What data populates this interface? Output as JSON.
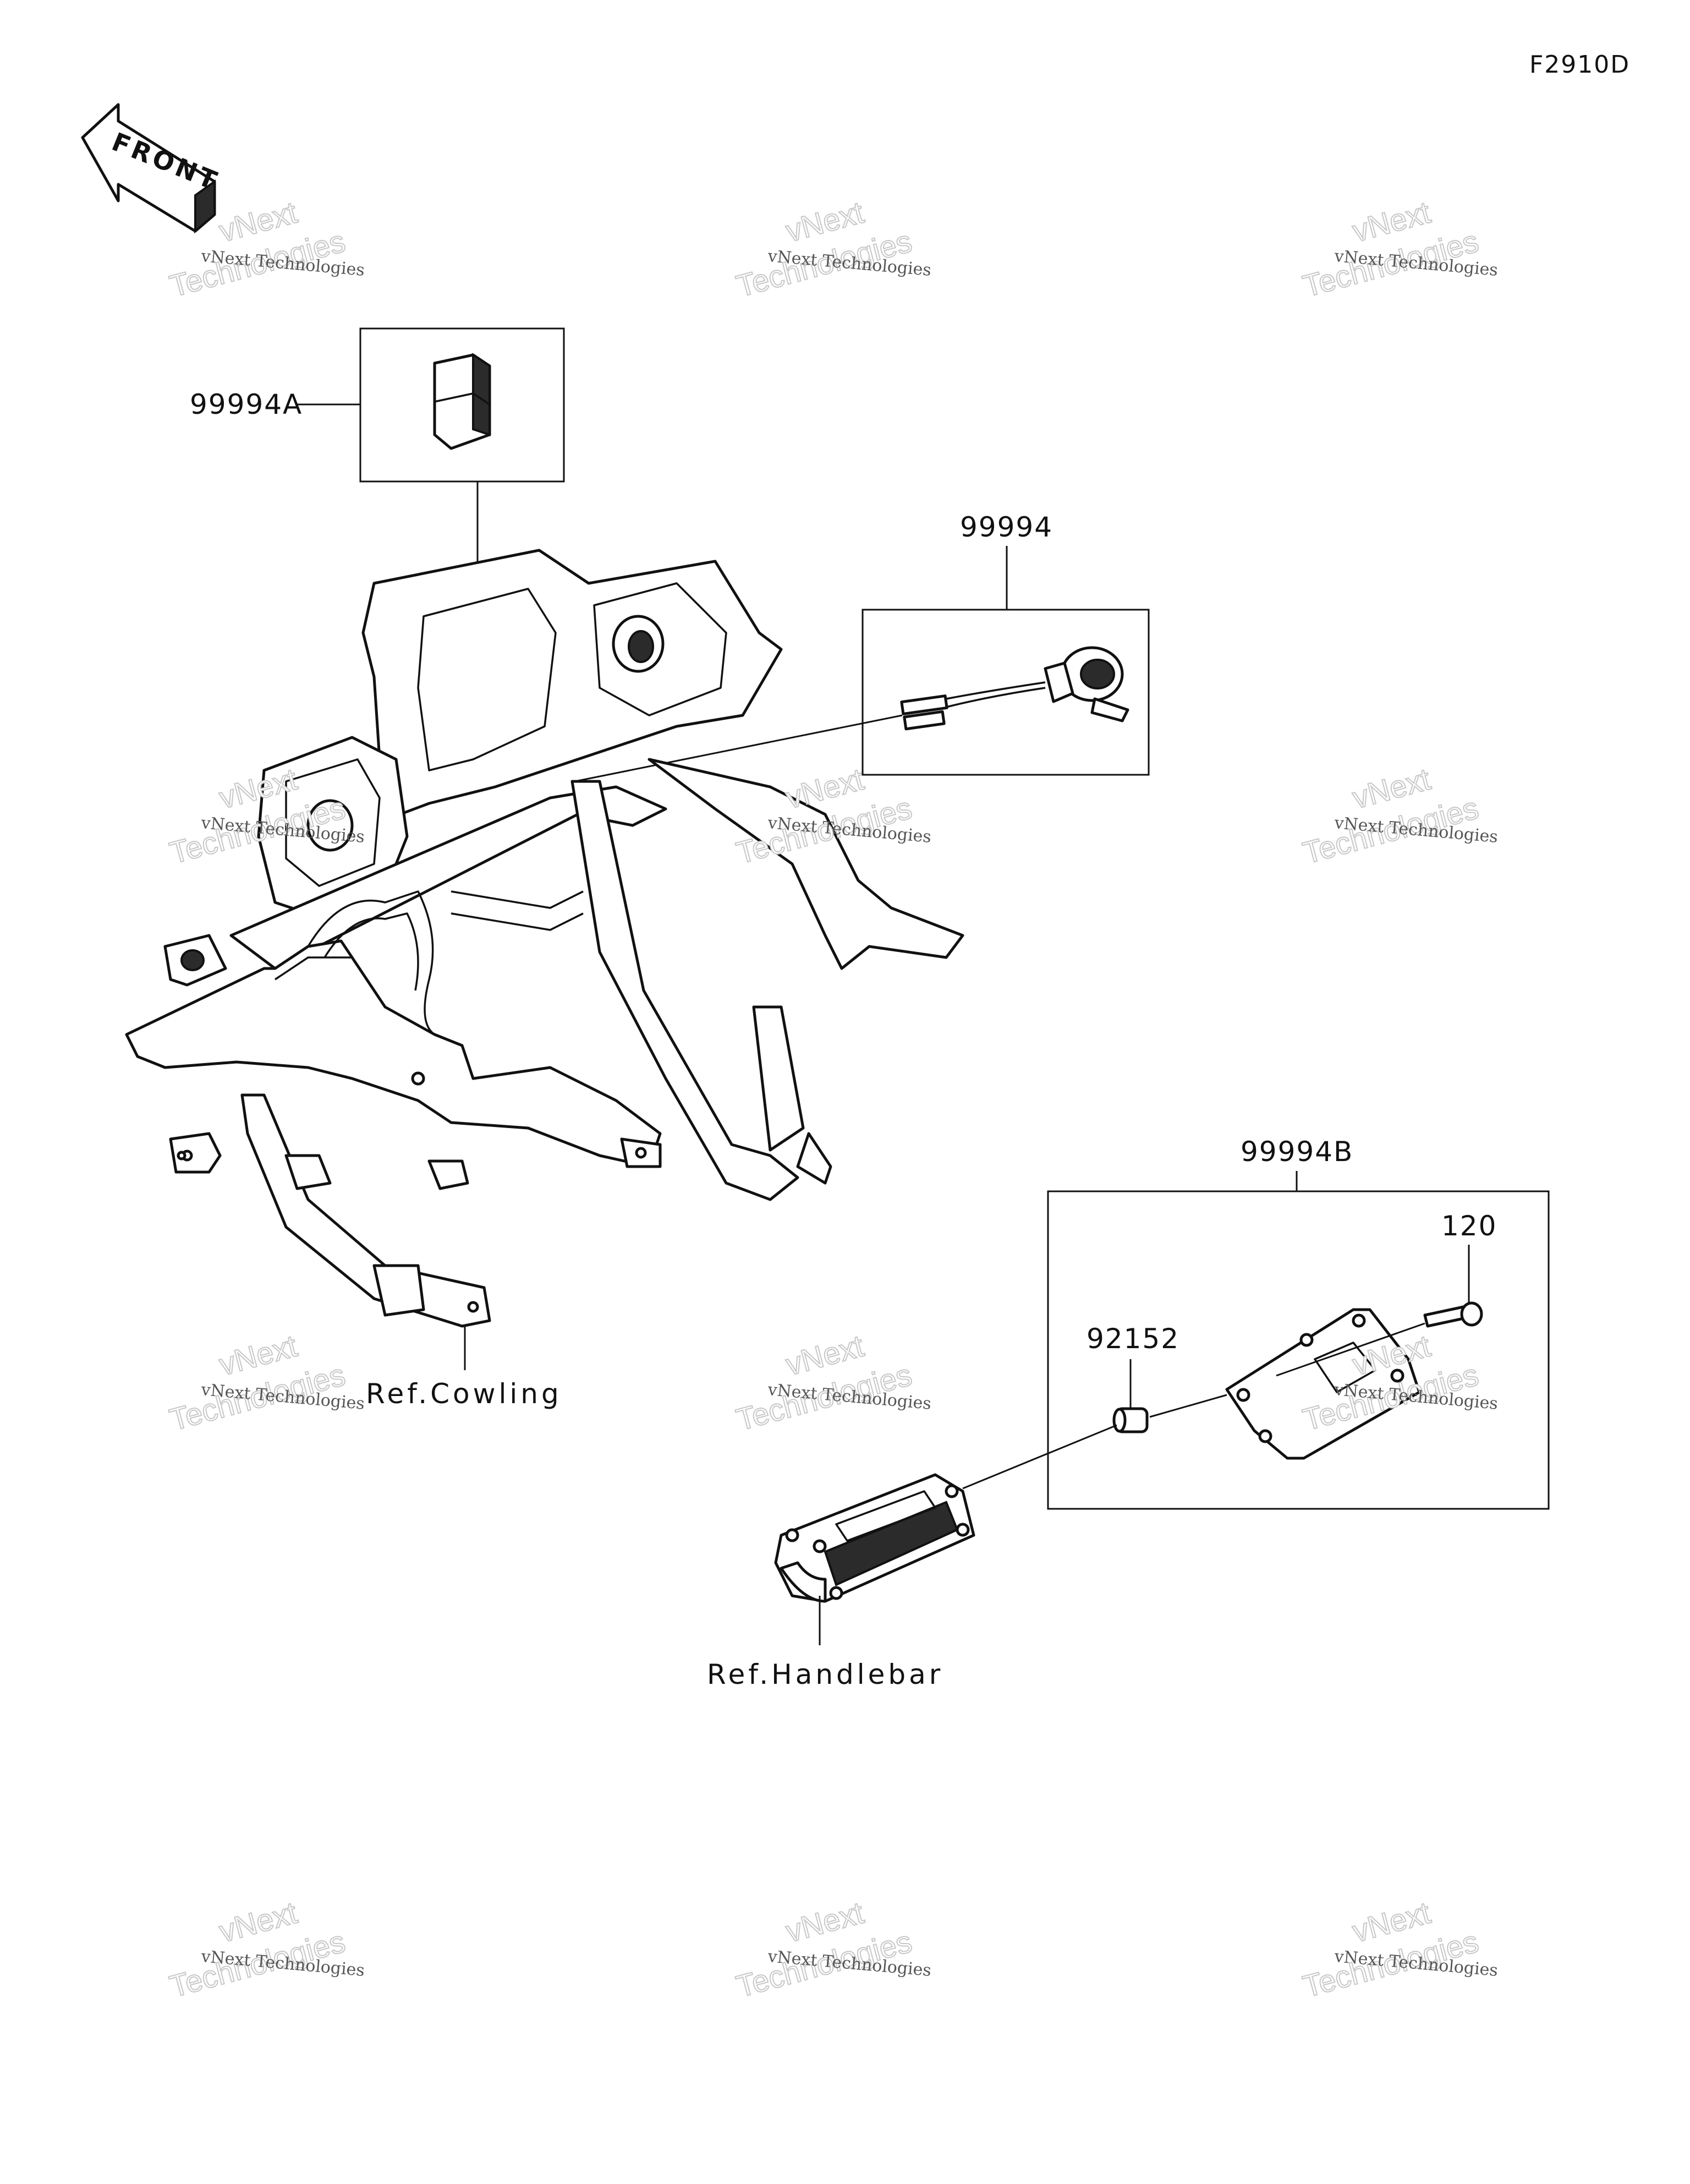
{
  "diagram_code": "F2910D",
  "front_arrow_label": "FRONT",
  "callouts": {
    "relay": "99994A",
    "socket": "99994",
    "mount_kit": "99994B",
    "bolt": "120",
    "collar": "92152",
    "ref_cowling": "Ref.Cowling",
    "ref_handlebar": "Ref.Handlebar"
  },
  "watermark": {
    "top_line": "vNext",
    "small_line": "vNext Technologies",
    "big_line": "Technologies"
  }
}
